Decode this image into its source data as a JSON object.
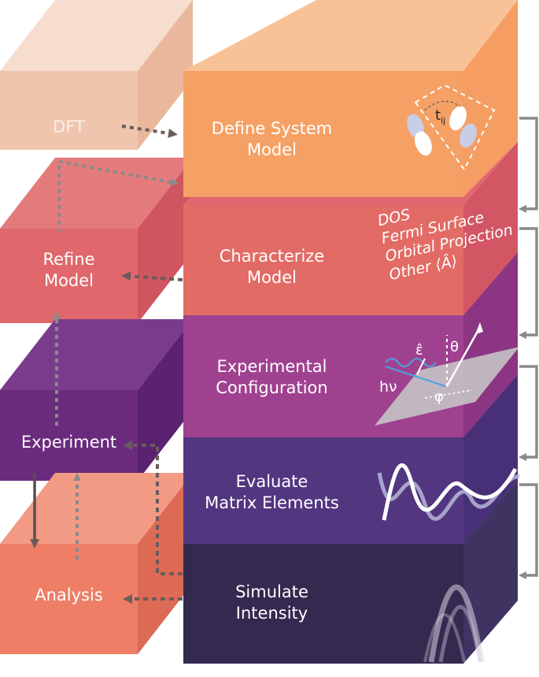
{
  "colors": {
    "dft": "#efc6ad",
    "refine": "#e0686c",
    "experiment": "#6a2b7e",
    "analysis": "#ee7e66",
    "define": "#f5a165",
    "characterize": "#e26b66",
    "config": "#a04190",
    "evaluate": "#533680",
    "simulate": "#34294f",
    "arrow_gray": "#8a8a8a",
    "arrow_dark": "#6b5c5a"
  },
  "left_stack": {
    "dft": {
      "label_lines": [
        "DFT"
      ]
    },
    "refine_model": {
      "label_lines": [
        "Refine",
        "Model"
      ]
    },
    "experiment": {
      "label_lines": [
        "Experiment"
      ]
    },
    "analysis": {
      "label_lines": [
        "Analysis"
      ]
    }
  },
  "right_stack": {
    "define_system_model": {
      "label_lines": [
        "Define System",
        "Model"
      ],
      "hopping_label": "t",
      "hopping_subscript": "ij"
    },
    "characterize_model": {
      "label_lines": [
        "Characterize",
        "Model"
      ],
      "properties": [
        "DOS",
        "Fermi Surface",
        "Orbital Projection",
        "Other ⟨Â⟩"
      ]
    },
    "experimental_configuration": {
      "label_lines": [
        "Experimental",
        "Configuration"
      ],
      "symbols": {
        "photon": "hν",
        "polarization": "ε̂",
        "theta": "θ",
        "phi": "φ"
      }
    },
    "evaluate_matrix_elements": {
      "label_lines": [
        "Evaluate",
        "Matrix Elements"
      ]
    },
    "simulate_intensity": {
      "label_lines": [
        "Simulate",
        "Intensity"
      ]
    }
  }
}
